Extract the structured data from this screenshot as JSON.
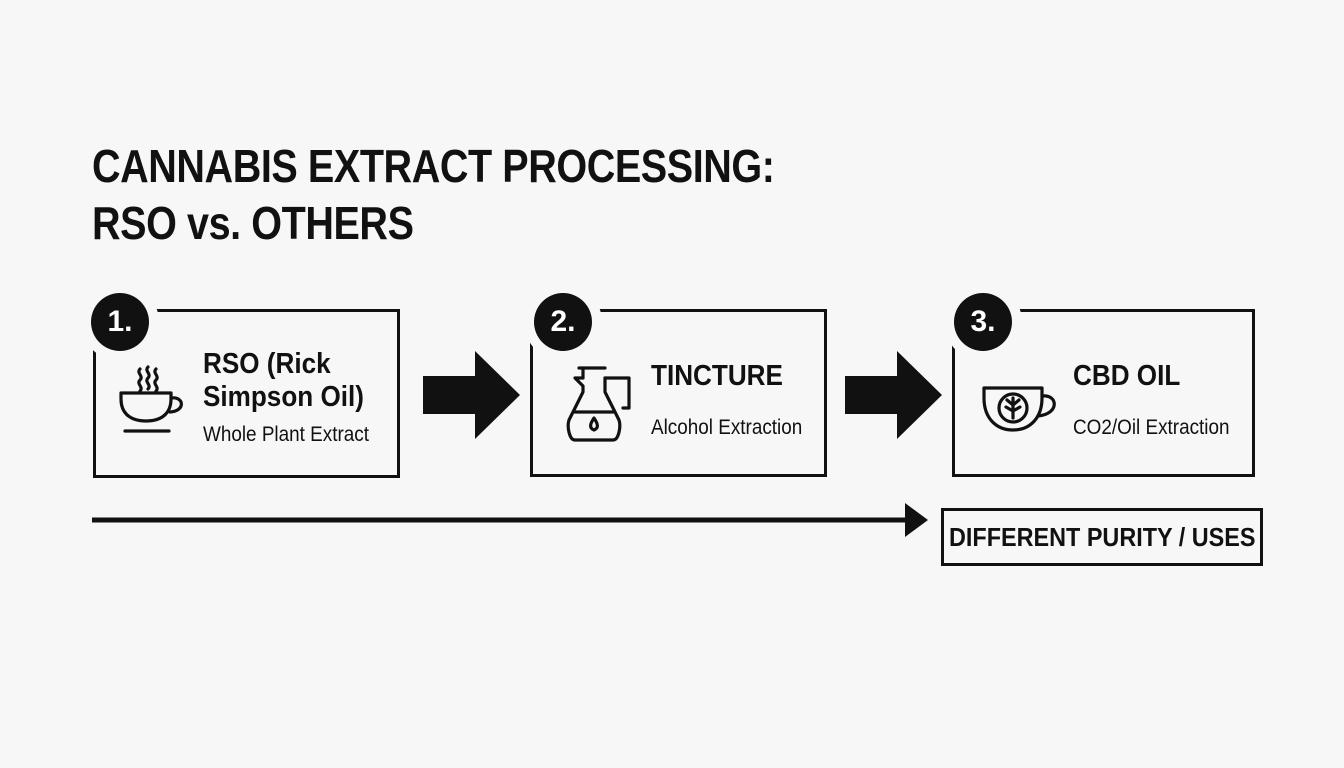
{
  "title": {
    "line1": "CANNABIS EXTRACT PROCESSING:",
    "line2": "RSO vs. OTHERS"
  },
  "steps": [
    {
      "number": "1.",
      "title_line1": "RSO (Rick",
      "title_line2": "Simpson Oil)",
      "subtitle": "Whole Plant Extract",
      "icon": "steaming-cup-icon"
    },
    {
      "number": "2.",
      "title_line1": "TINCTURE",
      "subtitle": "Alcohol Extraction",
      "icon": "carafe-drop-icon"
    },
    {
      "number": "3.",
      "title_line1": "CBD OIL",
      "subtitle": "CO2/Oil Extraction",
      "icon": "leaf-cup-icon"
    }
  ],
  "result": {
    "label": "DIFFERENT PURITY / USES"
  },
  "colors": {
    "ink": "#111111",
    "background": "#f7f7f7"
  }
}
